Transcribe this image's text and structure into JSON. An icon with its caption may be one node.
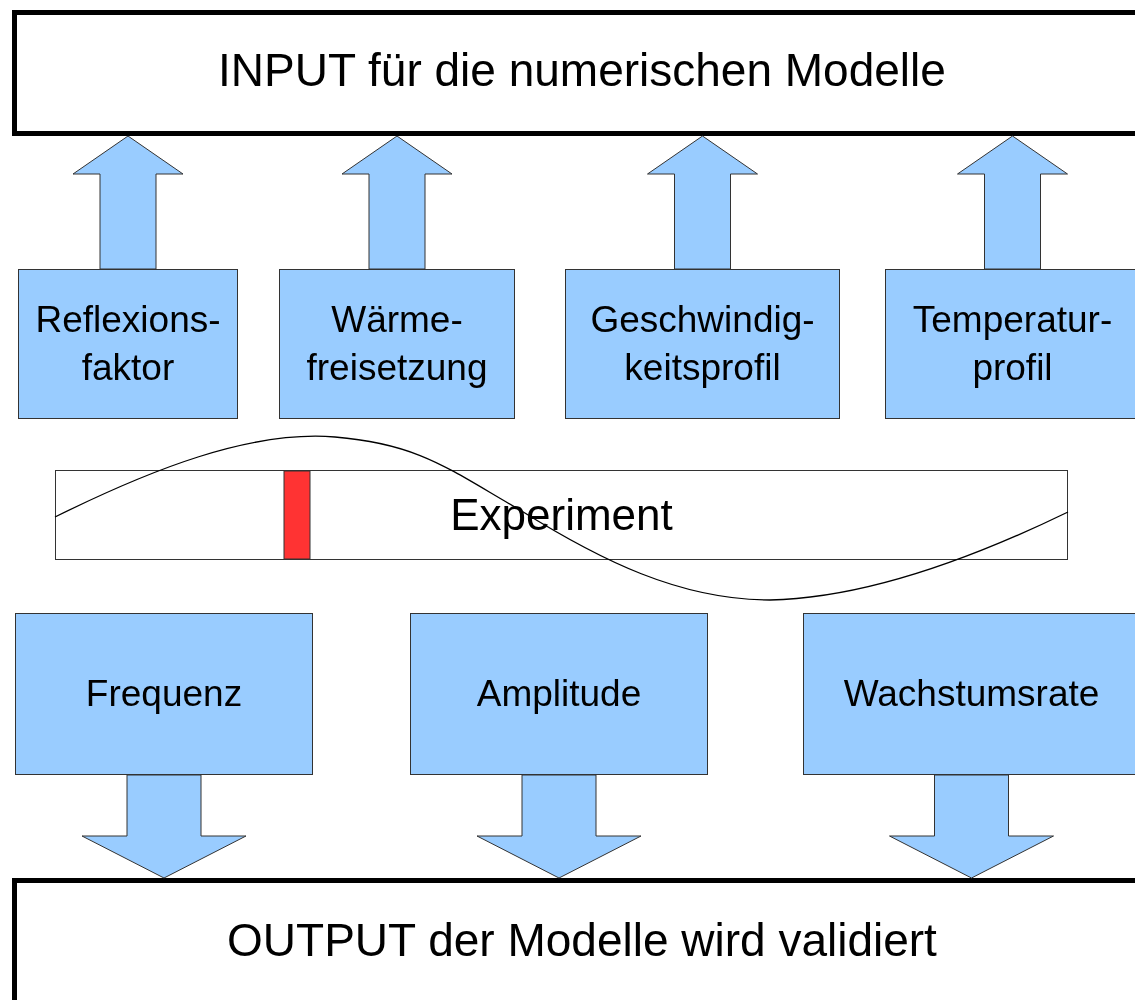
{
  "diagram": {
    "nodes": [
      {
        "text": [
          "INPUT für die numerischen Modelle"
        ]
      },
      {
        "text": [
          "Reflexions- faktor"
        ]
      },
      {
        "text": [
          "Wärme- freisetzung"
        ]
      },
      {
        "text": [
          "Geschwindig- keitsprofil"
        ]
      },
      {
        "text": [
          "Temperatur- profil"
        ]
      },
      {
        "text": [
          "Experiment"
        ]
      },
      {
        "text": [
          "Frequenz"
        ]
      },
      {
        "text": [
          "Amplitude"
        ]
      },
      {
        "text": [
          "Wachstumsrate"
        ]
      },
      {
        "text": [
          "OUTPUT der Modelle wird validiert"
        ]
      }
    ],
    "edges": [
      {
        "from": 1,
        "to": 0,
        "arrow": "to"
      },
      {
        "from": 2,
        "to": 0,
        "arrow": "to"
      },
      {
        "from": 3,
        "to": 0,
        "arrow": "to"
      },
      {
        "from": 4,
        "to": 0,
        "arrow": "to"
      },
      {
        "from": 6,
        "to": 9,
        "arrow": "to"
      },
      {
        "from": 7,
        "to": 9,
        "arrow": "to"
      },
      {
        "from": 8,
        "to": 9,
        "arrow": "to"
      }
    ]
  }
}
